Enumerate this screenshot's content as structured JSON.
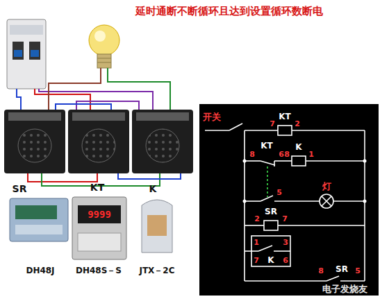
{
  "diagram": {
    "title": "延时通断不断循环且达到设置循环数断电",
    "nodes": [
      {
        "text": [
          "SR",
          "DH48J"
        ]
      },
      {
        "text": [
          "KT",
          "9999",
          "DH48S－S"
        ]
      },
      {
        "text": [
          "K",
          "JTX－2C"
        ]
      }
    ],
    "labels": [
      "开关",
      "KT",
      "7",
      "2",
      "KT",
      "8",
      "6",
      "K",
      "8",
      "1",
      "5",
      "灯",
      "SR",
      "2",
      "7",
      "1",
      "3",
      "K",
      "7",
      "6",
      "8",
      "SR",
      "5",
      "电子发烧友"
    ]
  }
}
